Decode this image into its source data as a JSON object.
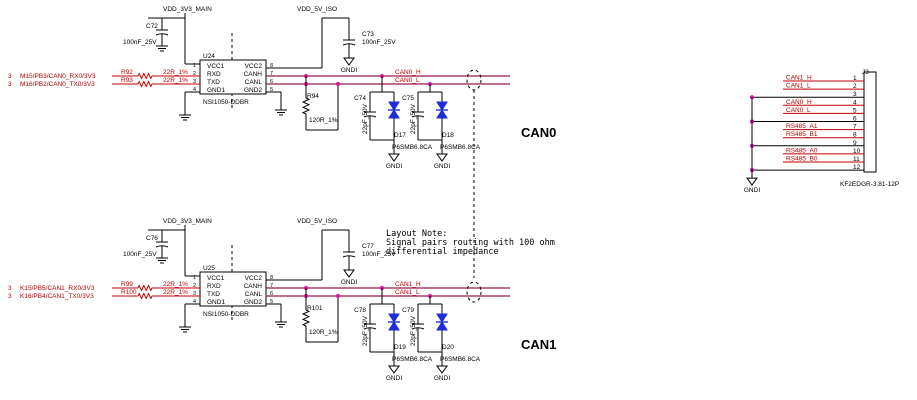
{
  "can0": {
    "section_label": "CAN0",
    "vdd_main": "VDD_3V3_MAIN",
    "vdd_iso": "VDD_5V_ISO",
    "cap_in": {
      "ref": "C72",
      "value": "100nF_25V"
    },
    "cap_out": {
      "ref": "C73",
      "value": "100nF_25V"
    },
    "ic": {
      "ref": "U24",
      "part": "NSI1050-DDBR",
      "left_pins": [
        {
          "num": "1",
          "name": "VCC1"
        },
        {
          "num": "2",
          "name": "RXD"
        },
        {
          "num": "3",
          "name": "TXD"
        },
        {
          "num": "4",
          "name": "GND1"
        }
      ],
      "right_pins": [
        {
          "num": "8",
          "name": "VCC2"
        },
        {
          "num": "7",
          "name": "CANH"
        },
        {
          "num": "6",
          "name": "CANL"
        },
        {
          "num": "5",
          "name": "GND2"
        }
      ]
    },
    "rx_net": {
      "sheet": "3",
      "name": "M15/PB3/CAN0_RX0/3V3"
    },
    "tx_net": {
      "sheet": "3",
      "name": "M16/PB2/CAN0_TX0/3V3"
    },
    "r_rx": {
      "ref": "R92",
      "value": "22R_1%"
    },
    "r_tx": {
      "ref": "R93",
      "value": "22R_1%"
    },
    "term": {
      "ref": "R94",
      "value": "120R_1%"
    },
    "cap_a": {
      "ref": "C74",
      "value": "22pF_50V"
    },
    "cap_b": {
      "ref": "C75",
      "value": "22pF_50V"
    },
    "tvs_a": {
      "ref": "D17",
      "part": "P6SMB6.8CA"
    },
    "tvs_b": {
      "ref": "D18",
      "part": "P6SMB6.8CA"
    },
    "net_h": "CAN0_H",
    "net_l": "CAN0_L",
    "gnd_iso": "GNDI"
  },
  "can1": {
    "section_label": "CAN1",
    "vdd_main": "VDD_3V3_MAIN",
    "vdd_iso": "VDD_5V_ISO",
    "cap_in": {
      "ref": "C76",
      "value": "100nF_25V"
    },
    "cap_out": {
      "ref": "C77",
      "value": "100nF_25V"
    },
    "ic": {
      "ref": "U25",
      "part": "NSI1050-DDBR",
      "left_pins": [
        {
          "num": "1",
          "name": "VCC1"
        },
        {
          "num": "2",
          "name": "RXD"
        },
        {
          "num": "3",
          "name": "TXD"
        },
        {
          "num": "4",
          "name": "GND1"
        }
      ],
      "right_pins": [
        {
          "num": "8",
          "name": "VCC2"
        },
        {
          "num": "7",
          "name": "CANH"
        },
        {
          "num": "6",
          "name": "CANL"
        },
        {
          "num": "5",
          "name": "GND2"
        }
      ]
    },
    "rx_net": {
      "sheet": "3",
      "name": "K15/PB5/CAN1_RX0/3V3"
    },
    "tx_net": {
      "sheet": "3",
      "name": "K16/PB4/CAN1_TX0/3V3"
    },
    "r_rx": {
      "ref": "R99",
      "value": "22R_1%"
    },
    "r_tx": {
      "ref": "R100",
      "value": "22R_1%"
    },
    "term": {
      "ref": "R101",
      "value": "120R_1%"
    },
    "cap_a": {
      "ref": "C78",
      "value": "22pF_50V"
    },
    "cap_b": {
      "ref": "C79",
      "value": "22pF_50V"
    },
    "tvs_a": {
      "ref": "D19",
      "part": "P6SMB6.8CA"
    },
    "tvs_b": {
      "ref": "D20",
      "part": "P6SMB6.8CA"
    },
    "net_h": "CAN1_H",
    "net_l": "CAN1_L",
    "gnd_iso": "GNDI"
  },
  "layout_note": {
    "line1": "Layout Note:",
    "line2": "Signal pairs routing with 100 ohm",
    "line3": "differential impedance"
  },
  "connector": {
    "ref": "J3",
    "part": "KF2EDGR-3.81-12P",
    "gnd": "GNDI",
    "pins": [
      {
        "num": "1",
        "net": "CAN1_H"
      },
      {
        "num": "2",
        "net": "CAN1_L"
      },
      {
        "num": "3",
        "net": ""
      },
      {
        "num": "4",
        "net": "CAN0_H"
      },
      {
        "num": "5",
        "net": "CAN0_L"
      },
      {
        "num": "6",
        "net": ""
      },
      {
        "num": "7",
        "net": "RS485_A1"
      },
      {
        "num": "8",
        "net": "RS485_B1"
      },
      {
        "num": "9",
        "net": ""
      },
      {
        "num": "10",
        "net": "RS485_A0"
      },
      {
        "num": "11",
        "net": "RS485_B0"
      },
      {
        "num": "12",
        "net": ""
      }
    ]
  }
}
